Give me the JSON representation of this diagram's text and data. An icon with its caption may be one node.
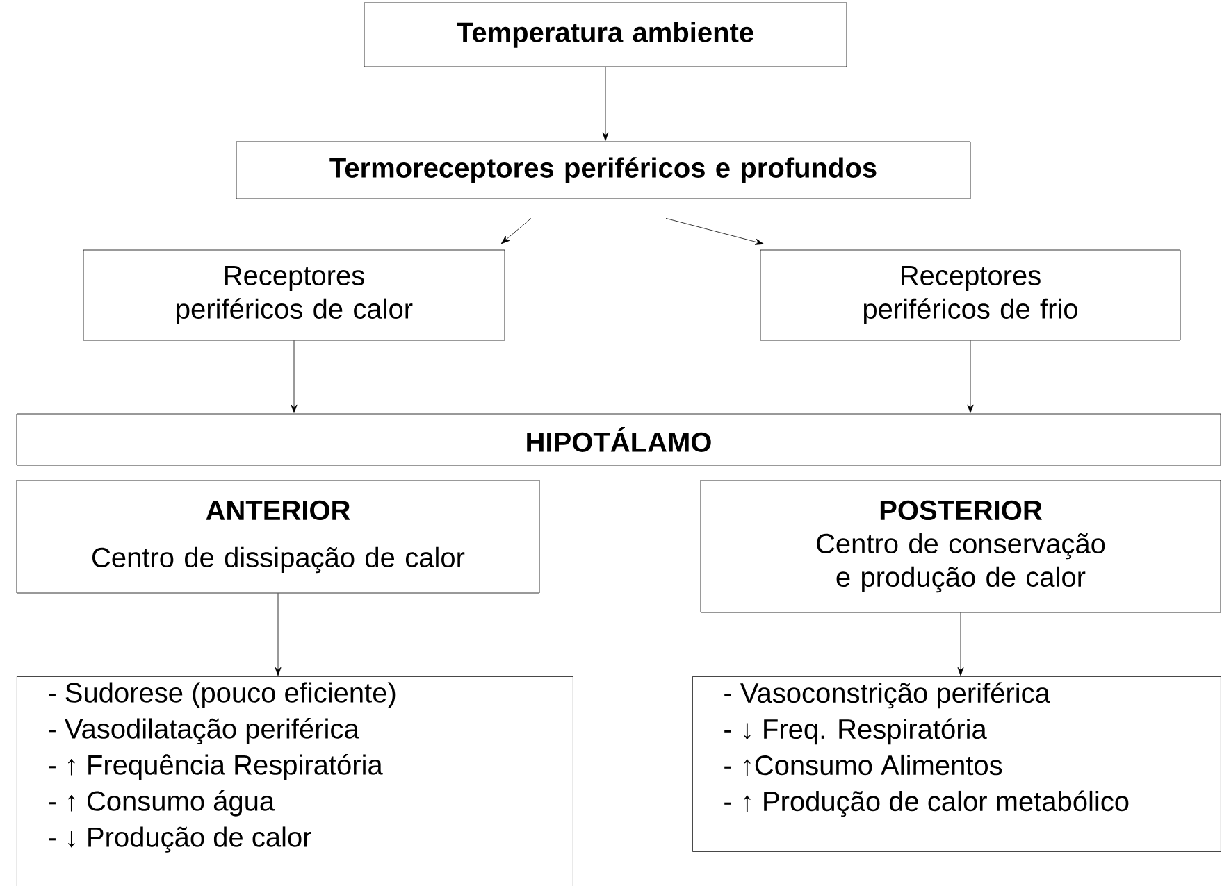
{
  "diagram": {
    "nodes": [
      {
        "text": [
          "**Temperatura ambiente**"
        ]
      },
      {
        "text": [
          "**Termoreceptores periféricos e profundos**"
        ]
      },
      {
        "text": [
          "Receptores periféricos de calor"
        ]
      },
      {
        "text": [
          "Receptores periféricos de frio"
        ]
      },
      {
        "text": [
          "**HIPOTÁLAMO**"
        ]
      },
      {
        "text": [
          "**ANTERIOR**",
          "Centro de dissipação de calor"
        ]
      },
      {
        "text": [
          "**POSTERIOR**",
          "Centro de conservação e produção de calor"
        ]
      },
      {
        "text": [
          "- Sudorese (pouco eficiente)",
          "- Vasodilatação periférica",
          "- ↑ Frequência Respiratória",
          "- ↑ Consumo água",
          "- ↓ Produção de calor"
        ]
      },
      {
        "text": [
          "- Vasoconstrição periférica",
          "- ↓ Freq. Respiratória",
          "- ↑Consumo Alimentos",
          "- ↑ Produção de calor metabólico"
        ]
      }
    ],
    "edges": [
      {
        "from": 0,
        "to": 1,
        "arrow": "to"
      },
      {
        "from": 1,
        "to": 2,
        "arrow": "to"
      },
      {
        "from": 1,
        "to": 3,
        "arrow": "to"
      },
      {
        "from": 2,
        "to": 4,
        "arrow": "to"
      },
      {
        "from": 3,
        "to": 4,
        "arrow": "to"
      },
      {
        "from": 5,
        "to": 7,
        "arrow": "to"
      },
      {
        "from": 6,
        "to": 8,
        "arrow": "to"
      }
    ]
  }
}
